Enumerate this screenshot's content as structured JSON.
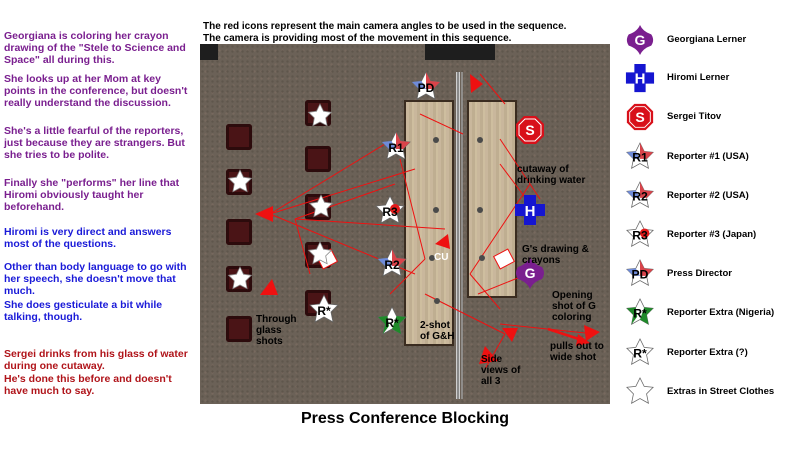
{
  "header": {
    "line1": "The red icons represent the main camera angles to be used in the sequence.",
    "line2": "The camera is providing most of the movement in this sequence."
  },
  "page_title": "Press Conference Blocking",
  "notes": [
    {
      "text": "Georgiana is coloring her crayon drawing of the \"Stele to Science and Space\" all during this."
    },
    {
      "text": "She looks up at her Mom at key points in the conference, but doesn't really understand the discussion."
    },
    {
      "text": "She's a little fearful of the reporters, just because they are strangers. But she tries to be polite."
    },
    {
      "text": "Finally she \"performs\" her line that Hiromi obviously taught her beforehand."
    },
    {
      "text": "Hiromi is very direct and answers most of the questions."
    },
    {
      "text": "Other than body language to go with her speech, she doesn't move that much."
    },
    {
      "text": "She does gesticulate a bit while talking, though."
    },
    {
      "text": "Sergei drinks from his glass of water during one cutaway."
    },
    {
      "text": "He's done this before and doesn't have much to say."
    }
  ],
  "scene_labels": {
    "cutaway": "cutaway of drinking water",
    "drawing": "G's drawing & crayons",
    "cu": "CU",
    "opening": "Opening shot of G coloring",
    "pulls_out": "pulls out to wide shot",
    "side_views": "Side views of all 3",
    "two_shot": "2-shot of G&H",
    "through_glass": "Through glass shots"
  },
  "legend": [
    {
      "mark": "G",
      "label": "Georgiana Lerner",
      "shape": "diamond",
      "color": "#7a1f8f"
    },
    {
      "mark": "H",
      "label": "Hiromi Lerner",
      "shape": "cross",
      "color": "#1515d0"
    },
    {
      "mark": "S",
      "label": "Sergei Titov",
      "shape": "octagon",
      "color": "#d8101a"
    },
    {
      "mark": "R1",
      "label": "Reporter #1 (USA)",
      "shape": "reporter",
      "flag": "usa"
    },
    {
      "mark": "R2",
      "label": "Reporter #2 (USA)",
      "shape": "reporter",
      "flag": "usa"
    },
    {
      "mark": "R3",
      "label": "Reporter #3 (Japan)",
      "shape": "reporter",
      "flag": "japan"
    },
    {
      "mark": "PD",
      "label": "Press Director",
      "shape": "reporter",
      "flag": "usa"
    },
    {
      "mark": "R*",
      "label": "Reporter Extra (Nigeria)",
      "shape": "reporter",
      "flag": "nigeria"
    },
    {
      "mark": "R*",
      "label": "Reporter Extra (?)",
      "shape": "reporter",
      "flag": "plain"
    },
    {
      "mark": "",
      "label": "Extras in Street Clothes",
      "shape": "star",
      "flag": "plain"
    }
  ],
  "colors": {
    "camera_red": "#ee1111",
    "georgiana": "#7a1f8f",
    "hiromi": "#1515d0",
    "sergei": "#d8101a"
  },
  "stage_icons": [
    {
      "mark": "PD",
      "shape": "reporter",
      "flag": "usa"
    },
    {
      "mark": "R1",
      "shape": "reporter",
      "flag": "usa"
    },
    {
      "mark": "R3",
      "shape": "reporter",
      "flag": "japan"
    },
    {
      "mark": "R2",
      "shape": "reporter",
      "flag": "usa"
    },
    {
      "mark": "R*",
      "shape": "reporter",
      "flag": "nigeria"
    },
    {
      "mark": "R*",
      "shape": "reporter",
      "flag": "plain"
    },
    {
      "mark": "S",
      "shape": "octagon"
    },
    {
      "mark": "H",
      "shape": "cross"
    },
    {
      "mark": "G",
      "shape": "diamond"
    }
  ]
}
